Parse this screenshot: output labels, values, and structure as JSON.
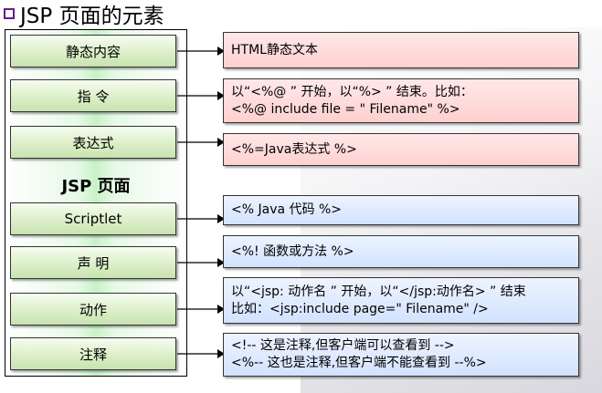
{
  "title": "JSP 页面的元素",
  "center_label": "JSP 页面",
  "items": [
    {
      "label": "静态内容",
      "desc": [
        "HTML静态文本"
      ]
    },
    {
      "label": "指 令",
      "desc": [
        "以“<%@ ” 开始，以“%> ” 结束。比如：",
        "<%@ include file = \" Filename\" %>"
      ]
    },
    {
      "label": "表达式",
      "desc": [
        "<%=Java表达式 %>"
      ]
    },
    {
      "label": "Scriptlet",
      "desc": [
        "<% Java 代码 %>"
      ]
    },
    {
      "label": "声 明",
      "desc": [
        "<%! 函数或方法 %>"
      ]
    },
    {
      "label": "动作",
      "desc": [
        "以“<jsp: 动作名 ” 开始，以“</jsp:动作名>  ” 结束",
        "比如：<jsp:include page=\" Filename\" />"
      ]
    },
    {
      "label": "注释",
      "desc": [
        "<!-- 这是注释,但客户端可以查看到 -->",
        "<%-- 这也是注释,但客户端不能查看到 --%>"
      ]
    }
  ]
}
